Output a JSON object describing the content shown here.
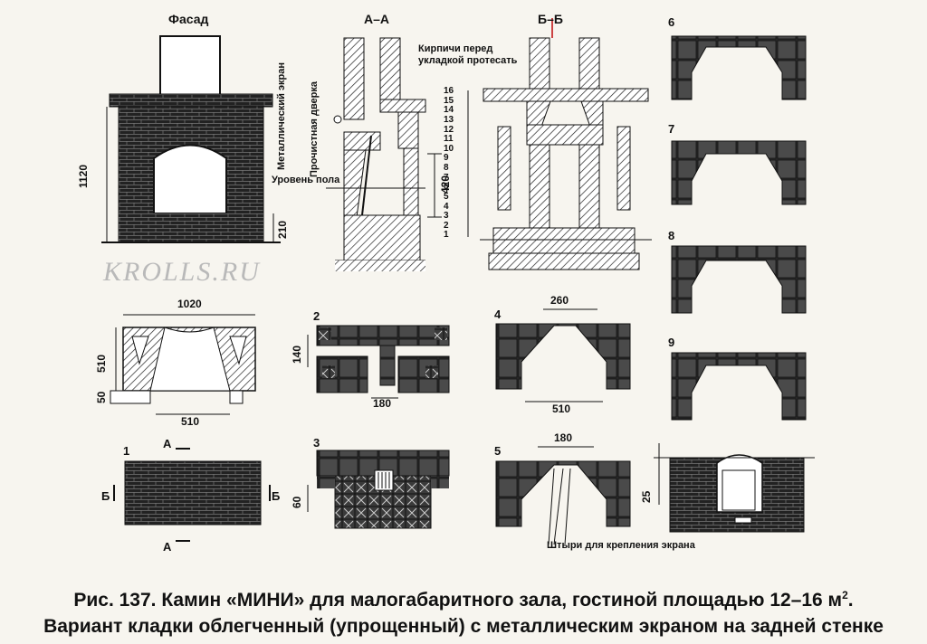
{
  "views": {
    "facade": {
      "title": "Фасад",
      "dim_height": "1120",
      "dim_base": "210"
    },
    "section_aa": {
      "title": "А–А",
      "label_screen": "Металлический экран",
      "label_door": "Прочистная дверка",
      "label_floor": "Уровень пола",
      "dim_420": "420"
    },
    "section_bb": {
      "title": "Б–Б",
      "label_bricks": "Кирпичи перед укладкой протесать"
    },
    "row_numbers": [
      "16",
      "15",
      "14",
      "13",
      "12",
      "11",
      "10",
      "9",
      "8",
      "7",
      "6",
      "5",
      "4",
      "3",
      "2",
      "1"
    ],
    "plan_base": {
      "dim_width": "1020",
      "dim_depth": "510",
      "dim_50": "50",
      "dim_opening": "510"
    },
    "row2": {
      "number": "2",
      "dim_140": "140",
      "dim_180": "180"
    },
    "row4": {
      "number": "4",
      "dim_260": "260",
      "dim_510": "510"
    },
    "row1": {
      "number": "1",
      "cut_a": "А",
      "cut_b": "Б"
    },
    "row3": {
      "number": "3",
      "dim_60": "60"
    },
    "row5": {
      "number": "5",
      "dim_180": "180",
      "label_pins": "Штыри для крепления экрана"
    },
    "row6": {
      "number": "6"
    },
    "row7": {
      "number": "7"
    },
    "row8": {
      "number": "8"
    },
    "row9": {
      "number": "9"
    },
    "front_small": {
      "dim_25": "25"
    }
  },
  "watermark": "KROLLS.RU",
  "caption": {
    "line1": "Рис. 137. Камин «МИНИ» для малогабаритного зала, гостиной площадью 12–16 м",
    "line1_sup": "2",
    "line1_end": ".",
    "line2": "Вариант кладки облегченный (упрощенный) с металлическим экраном на задней стенке"
  }
}
